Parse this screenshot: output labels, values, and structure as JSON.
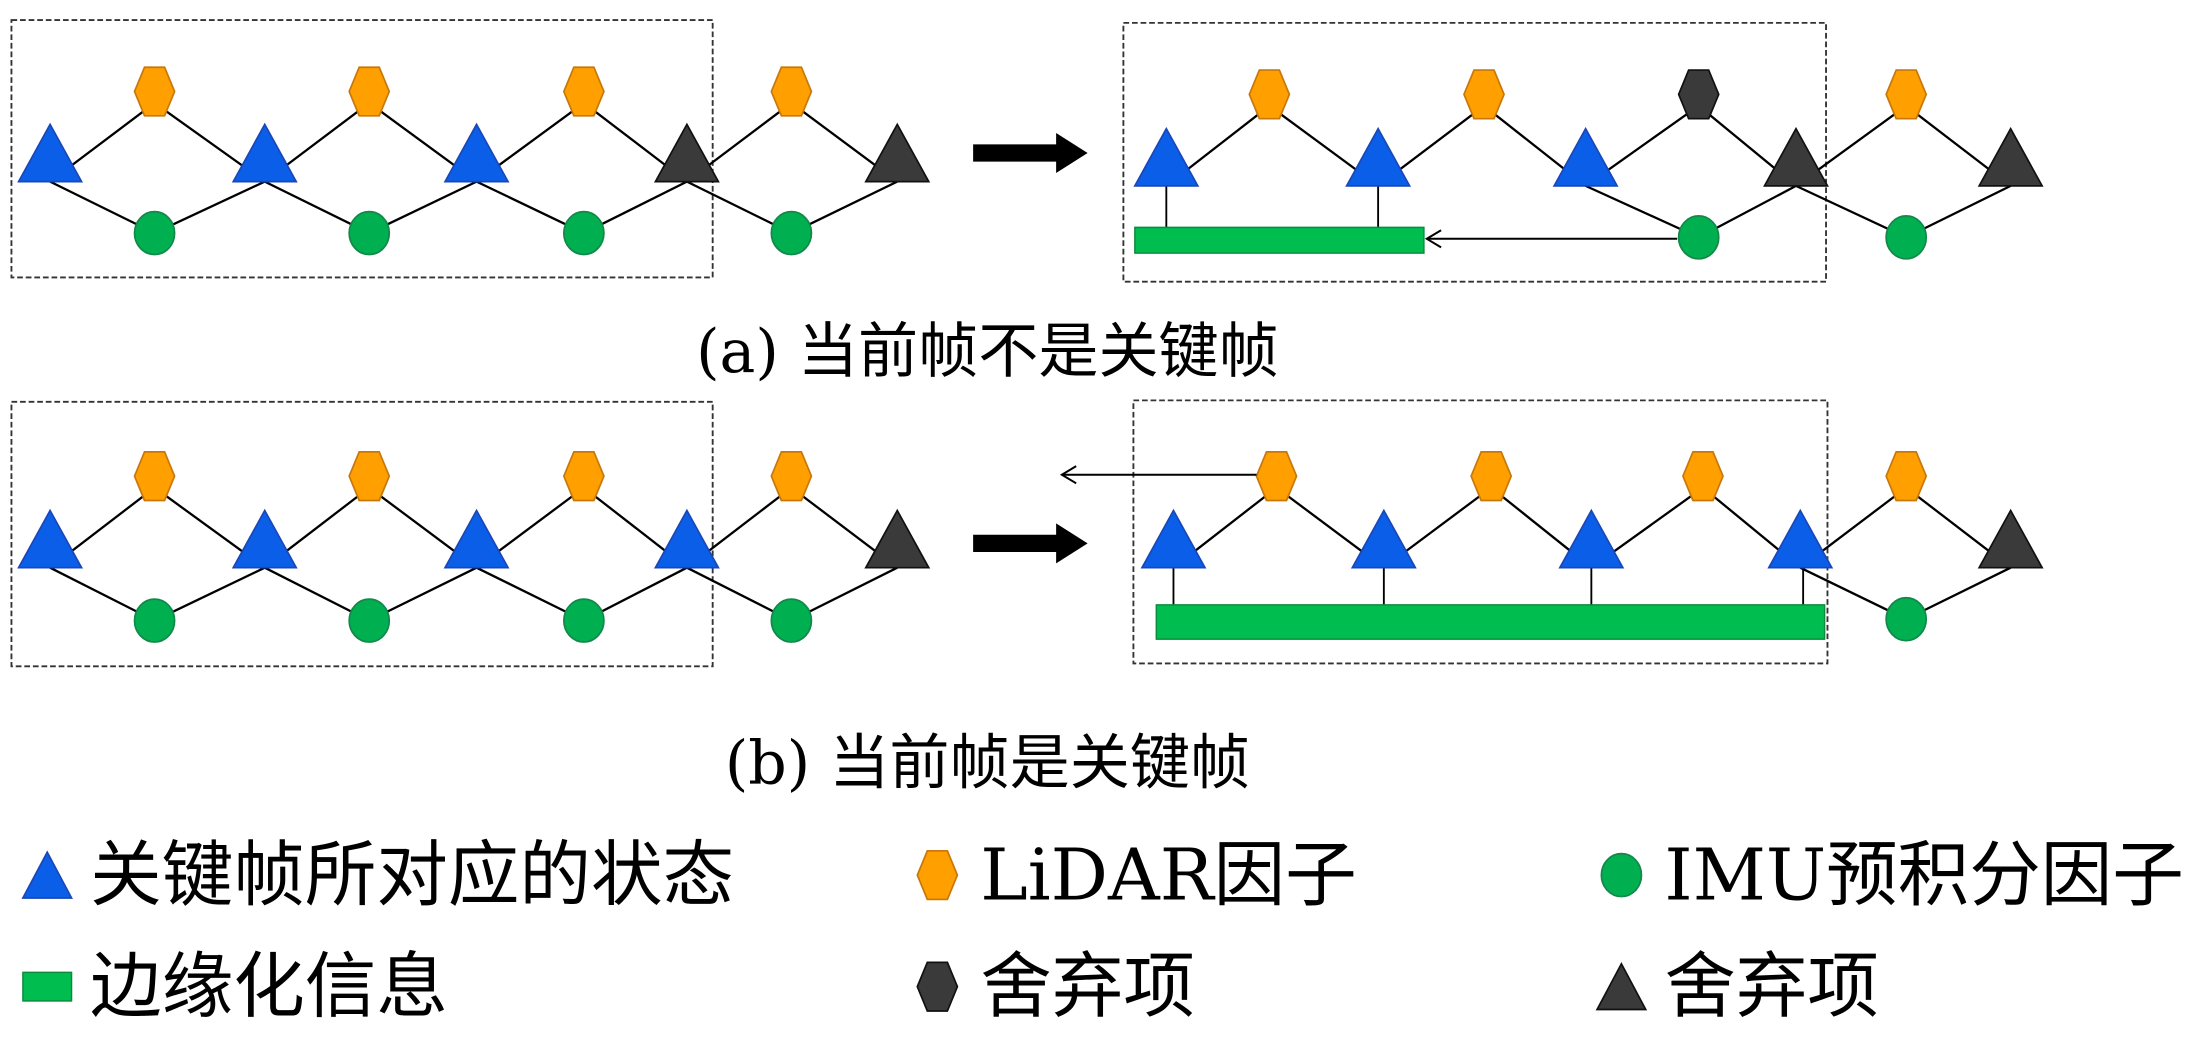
{
  "colors": {
    "keyframe_state": "#0b5ee8",
    "lidar_factor": "#ff9f00",
    "lidar_stroke": "#c8780a",
    "imu_factor": "#00b050",
    "imu_stroke": "#12884a",
    "marginal_info": "#00bd4f",
    "discarded": "#3a3a3a",
    "edge": "#000000"
  },
  "panels": [
    {
      "id": "a",
      "caption": "(a) 当前帧不是关键帧",
      "before": {
        "states": [
          "keyframe",
          "keyframe",
          "keyframe",
          "discarded",
          "discarded"
        ],
        "lidar": [
          "normal",
          "normal",
          "normal",
          "normal"
        ],
        "imu": [
          "normal",
          "normal",
          "normal",
          "normal"
        ],
        "window_span": "states 1-4"
      },
      "after": {
        "states": [
          "keyframe",
          "keyframe",
          "keyframe",
          "discarded",
          "discarded"
        ],
        "lidar": [
          "normal",
          "normal",
          "discarded",
          "normal"
        ],
        "imu": [
          null,
          null,
          "normal",
          "normal"
        ],
        "marginalized_states": [
          1,
          2
        ],
        "arrow": "imu factor 3 -> marginalization info"
      }
    },
    {
      "id": "b",
      "caption": "(b) 当前帧是关键帧",
      "before": {
        "states": [
          "keyframe",
          "keyframe",
          "keyframe",
          "keyframe",
          "discarded"
        ],
        "lidar": [
          "normal",
          "normal",
          "normal",
          "normal"
        ],
        "imu": [
          "normal",
          "normal",
          "normal",
          "normal"
        ]
      },
      "after": {
        "states": [
          "keyframe",
          "keyframe",
          "keyframe",
          "keyframe",
          "discarded"
        ],
        "lidar": [
          "normal",
          "normal",
          "normal",
          "normal"
        ],
        "imu": [
          null,
          null,
          null,
          "normal"
        ],
        "marginalized_states": [
          1,
          2,
          3,
          4
        ],
        "arrow": "lidar factor 1 -> out of window (left)"
      }
    }
  ],
  "legend": [
    {
      "shape": "triangle",
      "color": "keyframe_state",
      "label": "关键帧所对应的状态"
    },
    {
      "shape": "hexagon",
      "color": "lidar_factor",
      "label": "LiDAR因子"
    },
    {
      "shape": "circle",
      "color": "imu_factor",
      "label": "IMU预积分因子"
    },
    {
      "shape": "rect",
      "color": "marginal_info",
      "label": "边缘化信息"
    },
    {
      "shape": "hexagon",
      "color": "discarded",
      "label": "舍弃项"
    },
    {
      "shape": "triangle",
      "color": "discarded",
      "label": "舍弃项"
    }
  ]
}
